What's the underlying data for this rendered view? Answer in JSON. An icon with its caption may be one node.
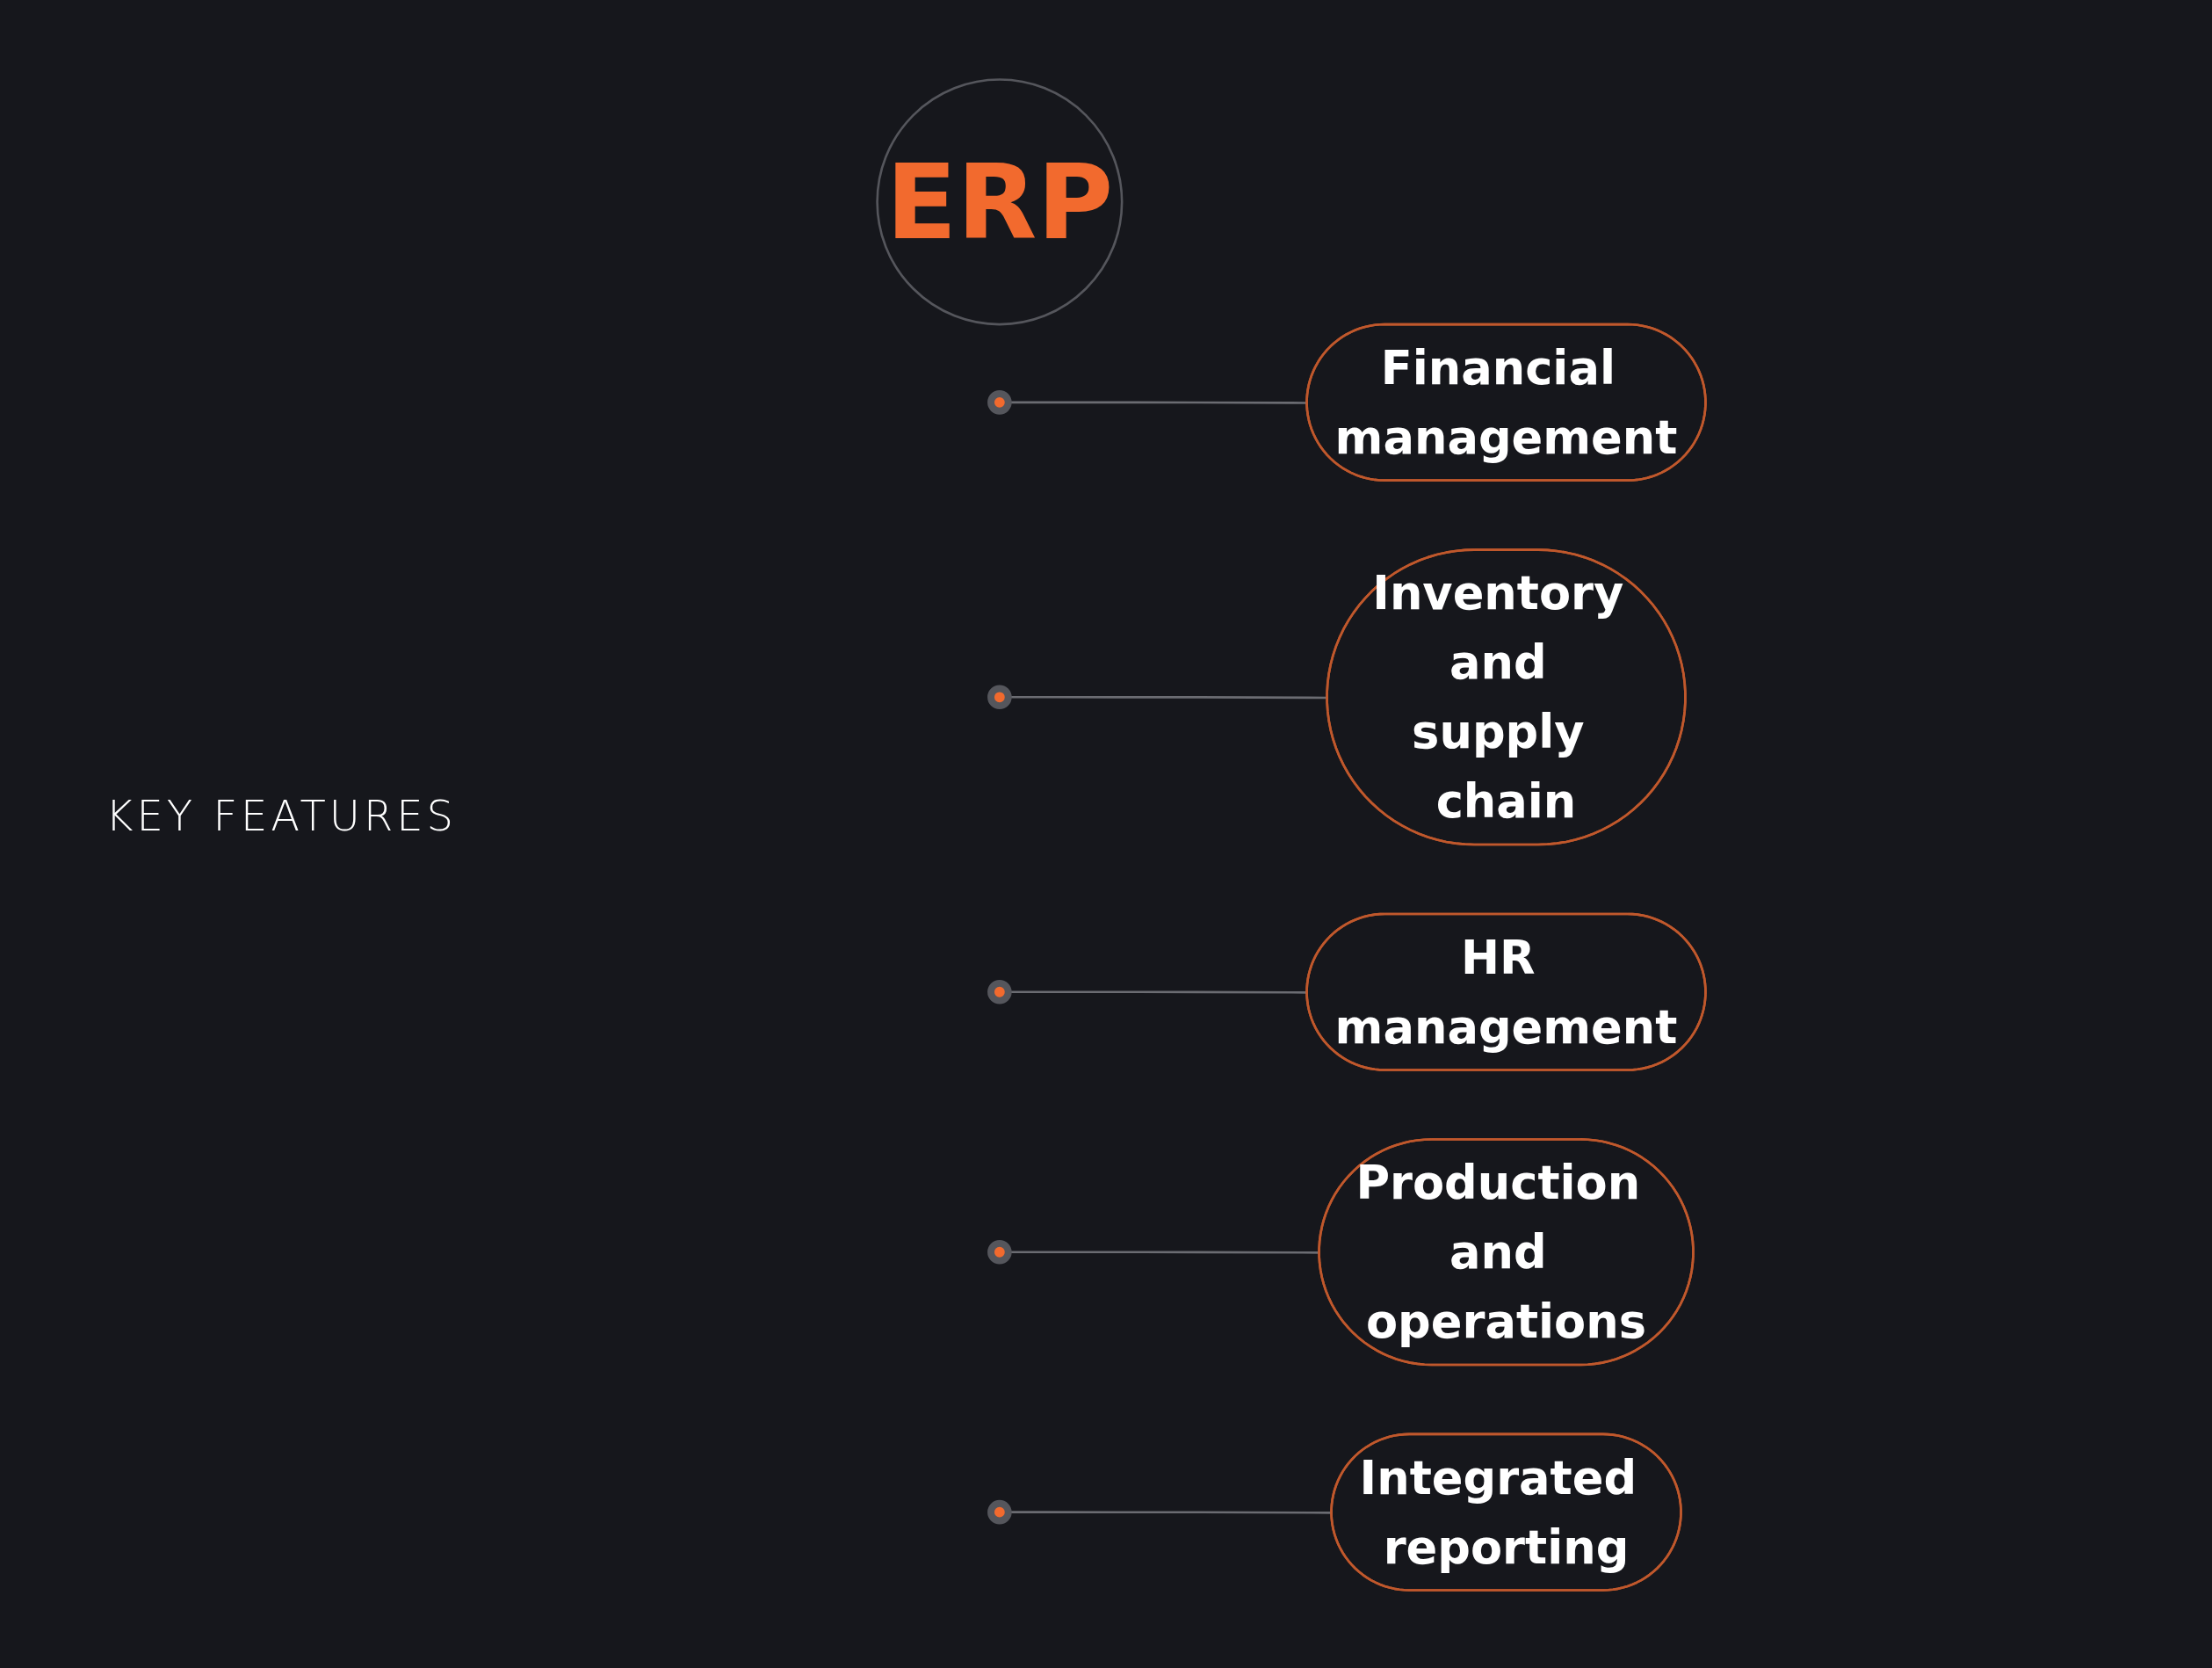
{
  "diagram": {
    "nodes": [
      {
        "text": [
          "ERP"
        ]
      },
      {
        "text": [],
        "shape": "circle"
      },
      {
        "text": [],
        "shape": "circle"
      },
      {
        "text": [],
        "shape": "circle"
      },
      {
        "text": [],
        "shape": "circle"
      },
      {
        "text": [],
        "shape": "circle"
      },
      {
        "text": [
          "Financial management"
        ]
      },
      {
        "text": [
          "Inventory and supply chain"
        ]
      },
      {
        "text": [
          "HR management"
        ]
      },
      {
        "text": [
          "Production and operations"
        ]
      },
      {
        "text": [
          "Integrated reporting"
        ]
      }
    ],
    "edges": [
      {
        "from": 1,
        "to": 6,
        "arrow": "none"
      },
      {
        "from": 2,
        "to": 7,
        "arrow": "none"
      },
      {
        "from": 3,
        "to": 8,
        "arrow": "none"
      },
      {
        "from": 4,
        "to": 9,
        "arrow": "none"
      },
      {
        "from": 5,
        "to": 10,
        "arrow": "none"
      }
    ],
    "labels": [
      "KEY FEATURES"
    ]
  }
}
